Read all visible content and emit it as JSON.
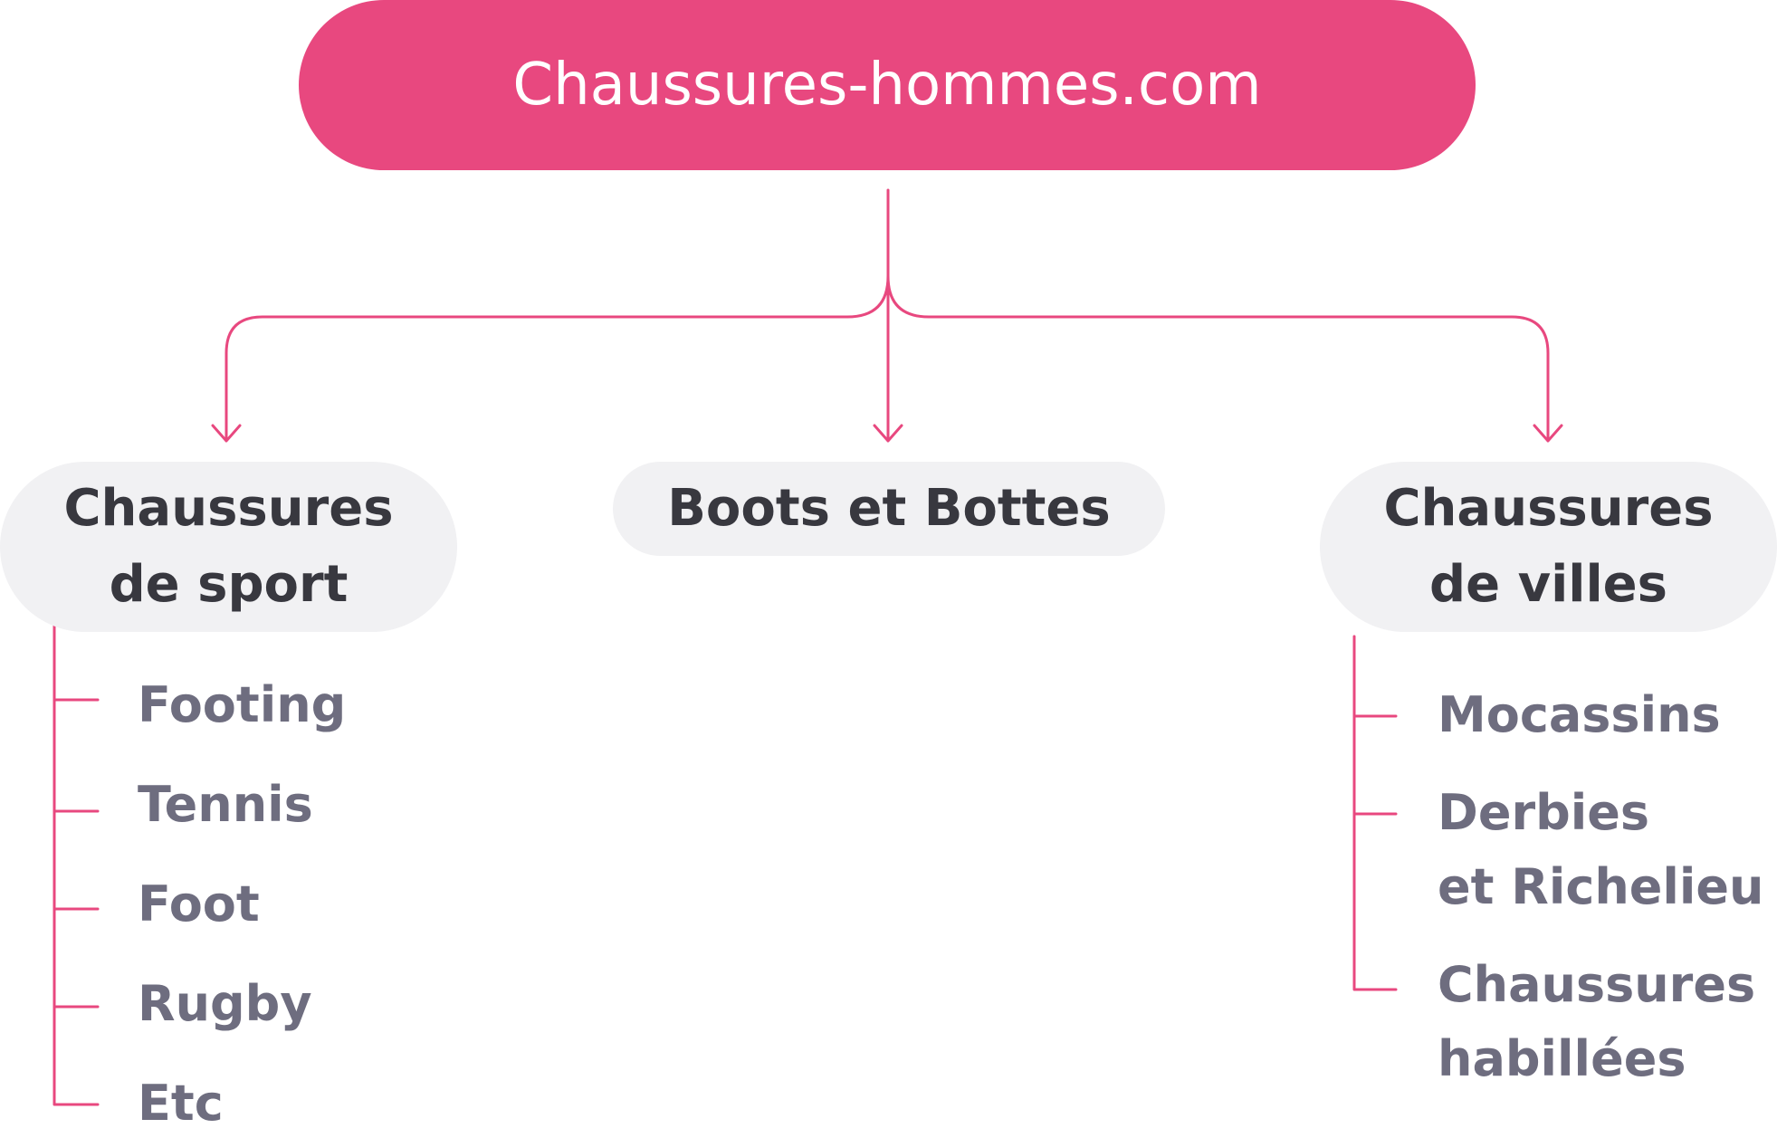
{
  "diagram": {
    "root": {
      "label": "Chaussures-hommes.com"
    },
    "categories": [
      {
        "id": "sport",
        "label_line1": "Chaussures",
        "label_line2": "de sport",
        "items": [
          {
            "line1": "Footing",
            "line2": ""
          },
          {
            "line1": "Tennis",
            "line2": ""
          },
          {
            "line1": "Foot",
            "line2": ""
          },
          {
            "line1": "Rugby",
            "line2": ""
          },
          {
            "line1": "Etc",
            "line2": ""
          }
        ]
      },
      {
        "id": "boots",
        "label_line1": "Boots et Bottes",
        "label_line2": "",
        "items": []
      },
      {
        "id": "villes",
        "label_line1": "Chaussures",
        "label_line2": "de villes",
        "items": [
          {
            "line1": "Mocassins",
            "line2": ""
          },
          {
            "line1": "Derbies",
            "line2": "et Richelieu"
          },
          {
            "line1": "Chaussures",
            "line2": "habillées"
          }
        ]
      }
    ]
  },
  "colors": {
    "accent": "#e8487f",
    "category_fill": "#f1f1f3",
    "category_text": "#38383f",
    "item_text": "#6e6d7f",
    "root_text": "#ffffff"
  }
}
